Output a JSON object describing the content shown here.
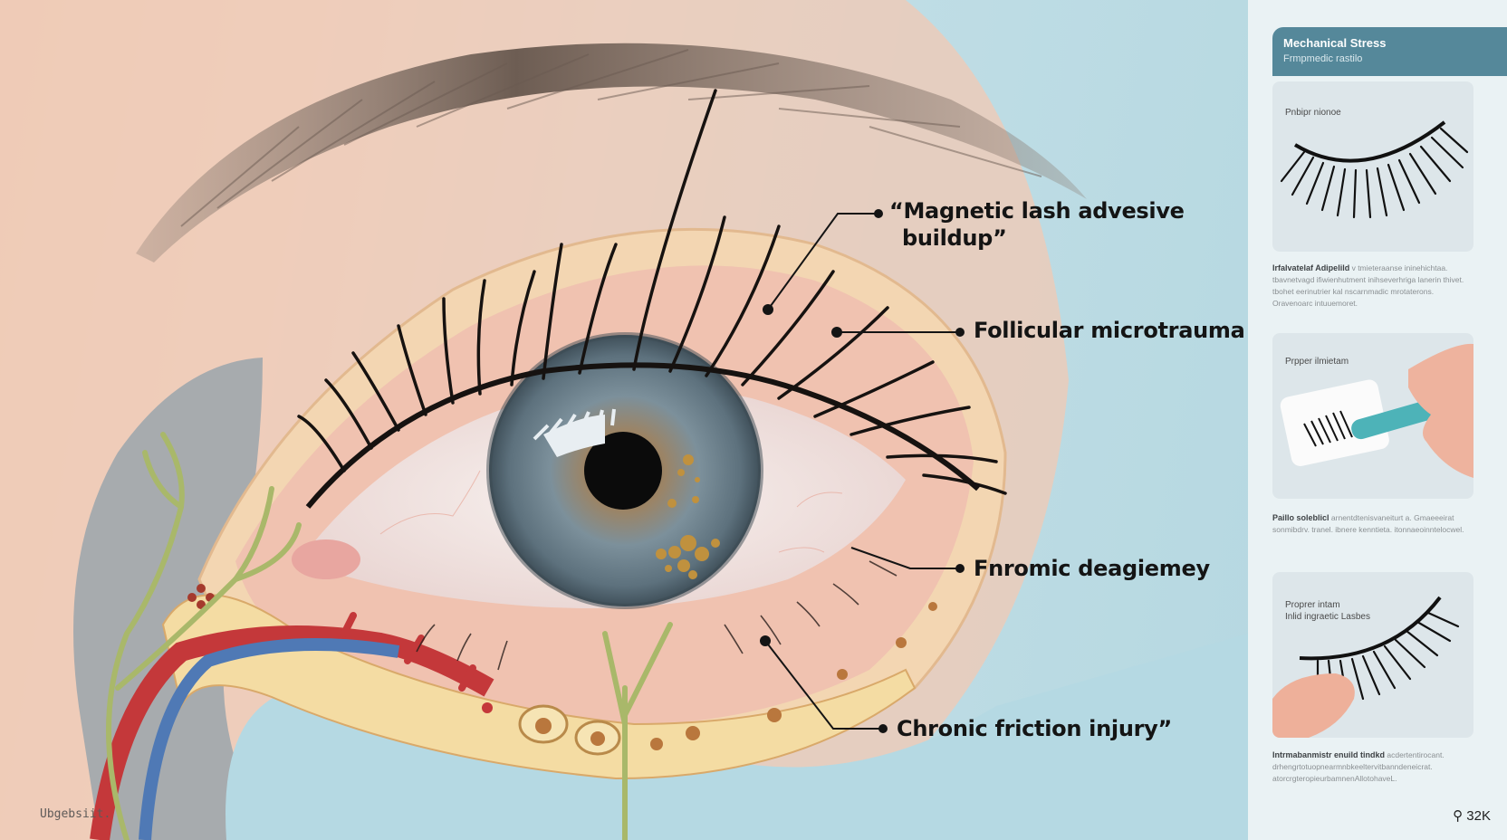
{
  "illustration": {
    "callouts": [
      {
        "id": "adhesive",
        "line1": "“Magnetic lash advesive",
        "line2": "buildup”"
      },
      {
        "id": "follicular",
        "line1": "Follicular microtrauma"
      },
      {
        "id": "deficiency",
        "line1": "Fnromic deagiemey"
      },
      {
        "id": "friction",
        "line1": "Chronic friction injury”"
      }
    ],
    "watermark": "Ubgebsiit.",
    "colors": {
      "skin": "#efc9b4",
      "background_blue": "#b6d8e1",
      "iris": "#6f8590",
      "lash": "#161210",
      "debris_gold": "#c0913e",
      "tissue_yellow": "#f4dba2",
      "vein_blue": "#4f79b5",
      "artery_red": "#c4383a",
      "nerve_green": "#a9b86a"
    }
  },
  "panel": {
    "header": {
      "title": "Mechanical Stress",
      "subtitle": "Frmpmedic rastilo"
    },
    "cards": [
      {
        "label": "Pnbipr nionoe",
        "caption_bold": "Irfalvatelaf Adipelild",
        "caption": "v tmieteraanse ininehichtaa. tbavnetvagd ifiwienhutment inihseverhriga lanerin thivet. tbohet eerinutrier kal nscarnmadic mrotaterons. Oravenoarc intuuemoret."
      },
      {
        "label": "Prpper ilmietam",
        "caption_bold": "Paillo soleblicl",
        "caption": "arnentdtenisvaneiturt a. Gmaeeeirat sonmibdrv. tranel. ibnere kenntieta. itonnaeoinntelocwel."
      },
      {
        "label_line1": "Proprer intam",
        "label_line2": "Inlid ingraetic Lasbes",
        "caption_bold": "Intrmabanmistr enuild tindkd",
        "caption": "acdertentirocant. drhengrtotuopnearmnbkeeltervitbanndeneicrat. atorcrgteropieurbamnenAllotohaveL."
      }
    ],
    "count": "32K",
    "count_icon": "user-icon",
    "colors": {
      "header": "#55889a",
      "card": "#dde6ea",
      "panel_bg": "#eaf2f4"
    }
  }
}
